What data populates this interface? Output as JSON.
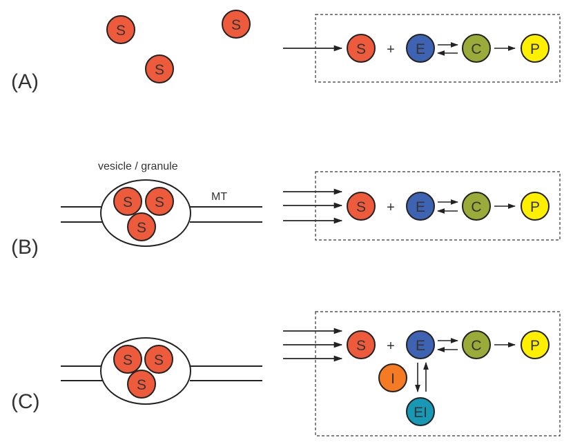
{
  "colors": {
    "substrate": "#ee5a3c",
    "enzyme": "#3f63b3",
    "complex": "#9aab3a",
    "product": "#ffef00",
    "inhibitor": "#f47a24",
    "enzyme_inhibitor": "#1798b4",
    "stroke": "#222222",
    "text": "#333333"
  },
  "panels": {
    "a": {
      "label": "(A)"
    },
    "b": {
      "label": "(B)",
      "vesicle_label": "vesicle / granule",
      "mt_label": "MT"
    },
    "c": {
      "label": "(C)"
    }
  },
  "nodes": {
    "substrate": "S",
    "enzyme": "E",
    "complex": "C",
    "product": "P",
    "inhibitor": "I",
    "enzyme_inhibitor": "EI"
  },
  "plus": "+"
}
